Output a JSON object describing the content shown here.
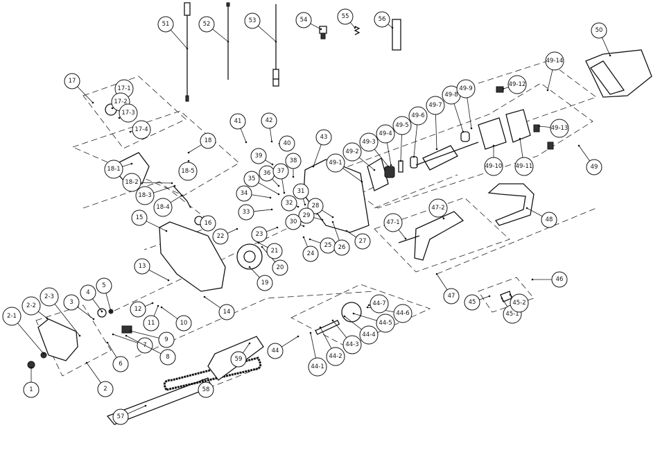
{
  "diagram": {
    "type": "exploded-parts-view",
    "callouts": [
      "1",
      "2",
      "2-1",
      "2-2",
      "2-3",
      "3",
      "4",
      "5",
      "6",
      "7",
      "8",
      "9",
      "10",
      "11",
      "12",
      "13",
      "14",
      "15",
      "16",
      "17",
      "17-1",
      "17-2",
      "17-3",
      "17-4",
      "18",
      "18-1",
      "18-2",
      "18-3",
      "18-4",
      "18-5",
      "19",
      "20",
      "21",
      "22",
      "23",
      "24",
      "25",
      "26",
      "27",
      "28",
      "29",
      "30",
      "31",
      "32",
      "33",
      "34",
      "35",
      "36",
      "37",
      "38",
      "39",
      "40",
      "41",
      "42",
      "43",
      "44",
      "44-1",
      "44-2",
      "44-3",
      "44-4",
      "44-5",
      "44-6",
      "44-7",
      "45",
      "45-1",
      "45-2",
      "46",
      "47",
      "47-1",
      "47-2",
      "48",
      "49",
      "49-1",
      "49-2",
      "49-3",
      "49-4",
      "49-5",
      "49-6",
      "49-7",
      "49-8",
      "49-9",
      "49-10",
      "49-11",
      "49-12",
      "49-13",
      "49-14",
      "50",
      "51",
      "52",
      "53",
      "54",
      "55",
      "56",
      "57",
      "58",
      "59"
    ]
  }
}
